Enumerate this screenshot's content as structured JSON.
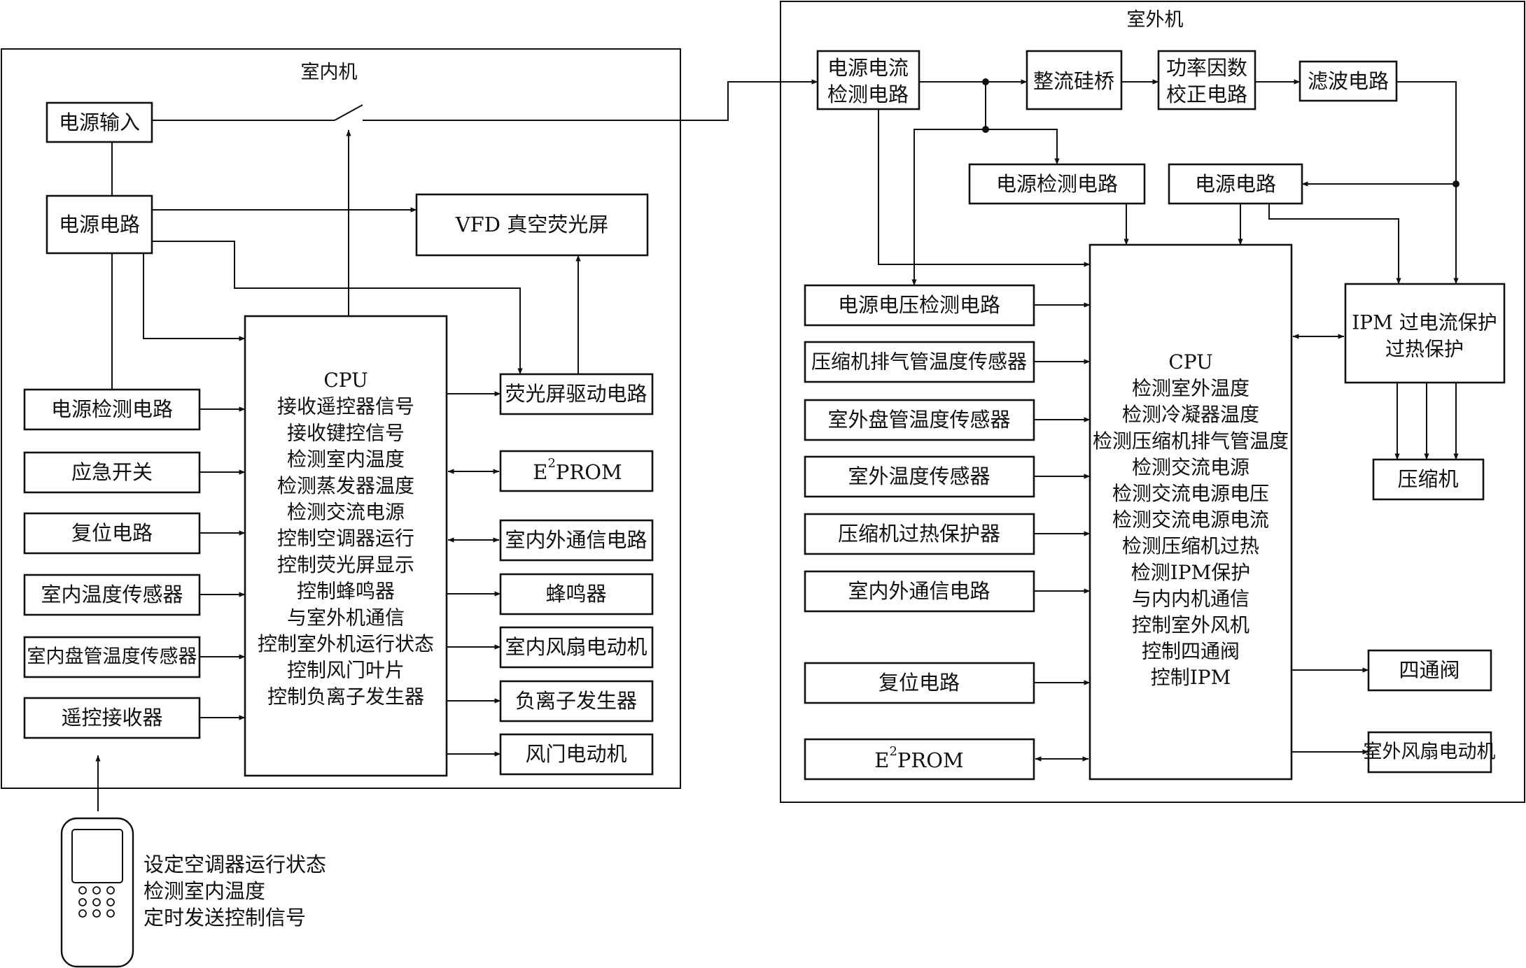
{
  "indoor": {
    "title": "室内机",
    "power_input": "电源输入",
    "power_circuit": "电源电路",
    "vfd": "VFD 真空荧光屏",
    "power_detect": "电源检测电路",
    "emergency_switch": "应急开关",
    "reset": "复位电路",
    "room_temp_sensor": "室内温度传感器",
    "coil_temp_sensor": "室内盘管温度传感器",
    "remote_receiver": "遥控接收器",
    "vfd_driver": "荧光屏驱动电路",
    "eeprom_e": "E",
    "eeprom_sup": "2",
    "eeprom_rest": "PROM",
    "comm": "室内外通信电路",
    "buzzer": "蜂鸣器",
    "fan_motor": "室内风扇电动机",
    "anion": "负离子发生器",
    "damper_motor": "风门电动机",
    "cpu_lines": [
      "CPU",
      "接收遥控器信号",
      "接收键控信号",
      "检测室内温度",
      "检测蒸发器温度",
      "检测交流电源",
      "控制空调器运行",
      "控制荧光屏显示",
      "控制蜂鸣器",
      "与室外机通信",
      "控制室外机运行状态",
      "控制风门叶片",
      "控制负离子发生器"
    ]
  },
  "remote": {
    "lines": [
      "设定空调器运行状态",
      "检测室内温度",
      "定时发送控制信号"
    ]
  },
  "outdoor": {
    "title": "室外机",
    "current_detect": [
      "电源电流",
      "检测电路"
    ],
    "rectifier": "整流硅桥",
    "pfc": [
      "功率因数",
      "校正电路"
    ],
    "filter": "滤波电路",
    "power_detect": "电源检测电路",
    "power_circuit": "电源电路",
    "voltage_detect": "电源电压检测电路",
    "discharge_sensor": "压缩机排气管温度传感器",
    "coil_sensor": "室外盘管温度传感器",
    "outdoor_temp_sensor": "室外温度传感器",
    "overheat_protector": "压缩机过热保护器",
    "comm": "室内外通信电路",
    "reset": "复位电路",
    "eeprom_e": "E",
    "eeprom_sup": "2",
    "eeprom_rest": "PROM",
    "ipm": [
      "IPM 过电流保护",
      "过热保护"
    ],
    "compressor": "压缩机",
    "four_way_valve": "四通阀",
    "fan_motor": "室外风扇电动机",
    "cpu_lines": [
      "CPU",
      "检测室外温度",
      "检测冷凝器温度",
      "检测压缩机排气管温度",
      "检测交流电源",
      "检测交流电源电压",
      "检测交流电源电流",
      "检测压缩机过热",
      "检测IPM保护",
      "与内内机通信",
      "控制室外风机",
      "控制四通阀",
      "控制IPM"
    ]
  }
}
